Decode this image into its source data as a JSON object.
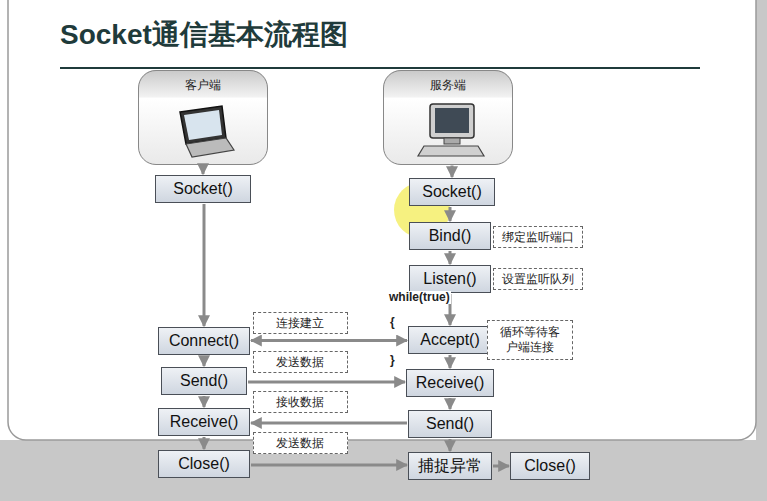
{
  "diagram": {
    "title": "Socket通信基本流程图",
    "nodes": [
      {
        "text": [
          "客户端"
        ]
      },
      {
        "text": [
          "服务端"
        ]
      },
      {
        "text": [
          "Socket()"
        ]
      },
      {
        "text": [
          "Socket()"
        ]
      },
      {
        "text": [
          "Bind()"
        ]
      },
      {
        "text": [
          "绑定监听端口"
        ]
      },
      {
        "text": [
          "Listen()"
        ]
      },
      {
        "text": [
          "设置监听队列"
        ]
      },
      {
        "text": [
          "Connect()"
        ]
      },
      {
        "text": [
          "连接建立"
        ]
      },
      {
        "text": [
          "Accept()"
        ]
      },
      {
        "text": [
          "循环等待客户端连接"
        ]
      },
      {
        "text": [
          "Send()"
        ]
      },
      {
        "text": [
          "发送数据"
        ]
      },
      {
        "text": [
          "Receive()"
        ]
      },
      {
        "text": [
          "Receive()"
        ]
      },
      {
        "text": [
          "接收数据"
        ]
      },
      {
        "text": [
          "Send()"
        ]
      },
      {
        "text": [
          "Close()"
        ]
      },
      {
        "text": [
          "发送数据"
        ]
      },
      {
        "text": [
          "捕捉异常"
        ]
      },
      {
        "text": [
          "Close()"
        ]
      }
    ],
    "edges": [
      {
        "from": 0,
        "to": 2,
        "arrow": "to"
      },
      {
        "from": 1,
        "to": 3,
        "arrow": "to"
      },
      {
        "from": 3,
        "to": 4,
        "arrow": "to"
      },
      {
        "from": 4,
        "to": 6,
        "arrow": "to"
      },
      {
        "from": 6,
        "to": 10,
        "arrow": "to"
      },
      {
        "from": 2,
        "to": 8,
        "arrow": "to"
      },
      {
        "from": 8,
        "to": 10,
        "arrow": "both"
      },
      {
        "from": 10,
        "to": 14,
        "arrow": "to"
      },
      {
        "from": 8,
        "to": 12,
        "arrow": "to"
      },
      {
        "from": 12,
        "to": 14,
        "arrow": "to"
      },
      {
        "from": 14,
        "to": 17,
        "arrow": "to"
      },
      {
        "from": 12,
        "to": 15,
        "arrow": "to"
      },
      {
        "from": 17,
        "to": 15,
        "arrow": "to"
      },
      {
        "from": 15,
        "to": 18,
        "arrow": "to"
      },
      {
        "from": 18,
        "to": 20,
        "arrow": "to"
      },
      {
        "from": 17,
        "to": 20,
        "arrow": "to"
      },
      {
        "from": 20,
        "to": 21,
        "arrow": "to"
      }
    ],
    "labels": [
      "while(true)",
      "{",
      "}"
    ]
  }
}
